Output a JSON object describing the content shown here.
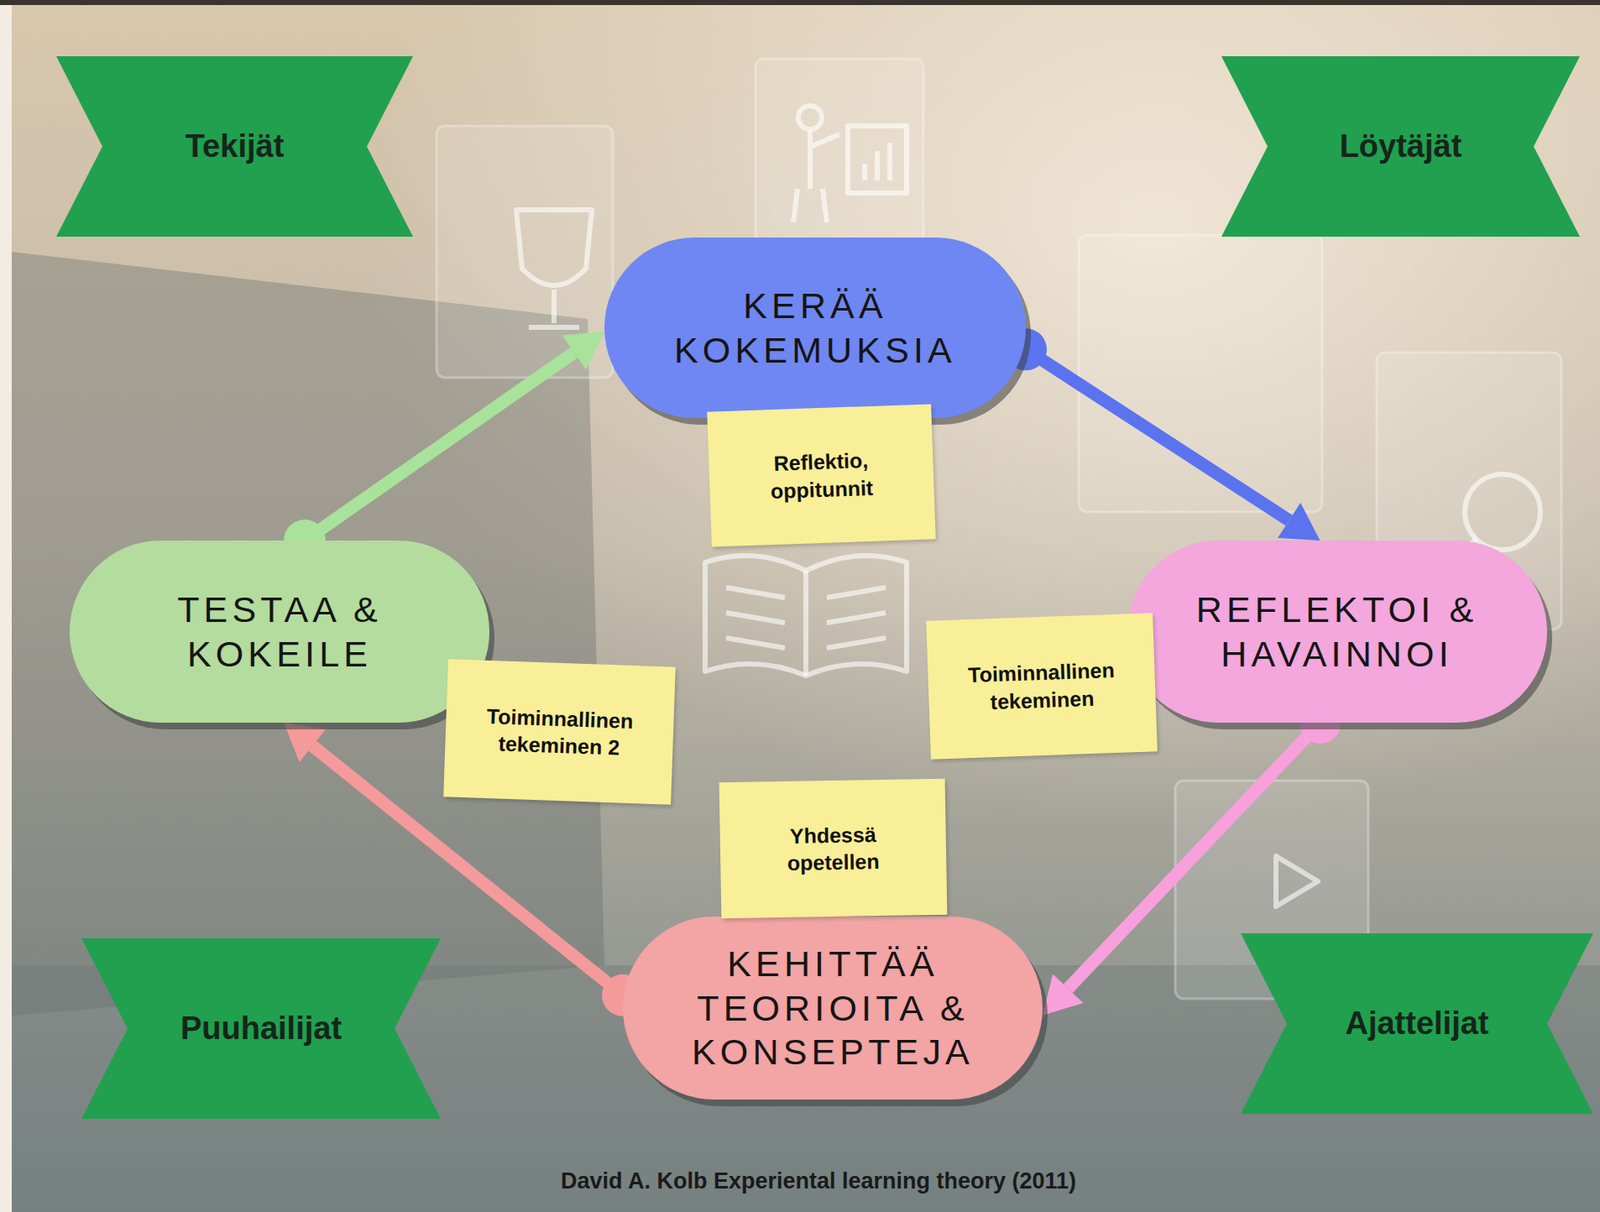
{
  "diagram": {
    "caption": "David A. Kolb Experiental learning theory (2011)",
    "nodes": [
      {
        "text": [
          "Tekijät"
        ]
      },
      {
        "text": [
          "Löytäjät"
        ]
      },
      {
        "text": [
          "KERÄÄ KOKEMUKSIA"
        ]
      },
      {
        "text": [
          "Reflektio, oppitunnit"
        ]
      },
      {
        "text": [
          "TESTAA & KOKEILE"
        ]
      },
      {
        "text": [
          "REFLEKTOI & HAVAINNOI"
        ]
      },
      {
        "text": [
          "Toiminnallinen tekeminen"
        ]
      },
      {
        "text": [
          "Toiminnallinen tekeminen 2"
        ]
      },
      {
        "text": [
          "Yhdessä opetellen"
        ]
      },
      {
        "text": [
          "Puuhailijat"
        ]
      },
      {
        "text": [
          "KEHITTÄÄ TEORIOITA & KONSEPTEJA"
        ]
      },
      {
        "text": [
          "Ajattelijat"
        ]
      }
    ],
    "edges": [
      {
        "from": 2,
        "to": 5,
        "arrow": "to"
      },
      {
        "from": 5,
        "to": 10,
        "arrow": "to"
      },
      {
        "from": 10,
        "to": 4,
        "arrow": "to"
      },
      {
        "from": 4,
        "to": 2,
        "arrow": "to"
      }
    ]
  }
}
